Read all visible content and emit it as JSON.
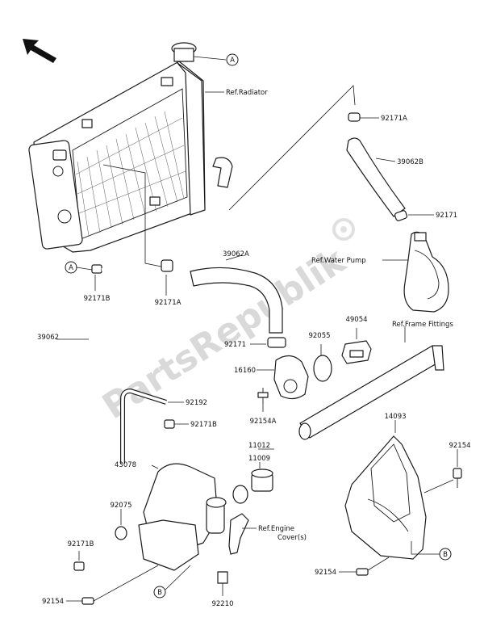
{
  "watermark": "PartsRepublik",
  "labels": {
    "ref_radiator": "Ref.Radiator",
    "ref_water_pump": "Ref.Water Pump",
    "ref_frame_fittings": "Ref.Frame Fittings",
    "ref_engine_cover_1": "Ref.Engine",
    "ref_engine_cover_2": "Cover(s)",
    "p92171A_top": "92171A",
    "p39062B": "39062B",
    "p92171": "92171",
    "p39062A": "39062A",
    "p92171B_a": "92171B",
    "p92171A_mid": "92171A",
    "p39062": "39062",
    "p92171_mid": "92171",
    "p92055": "92055",
    "p49054": "49054",
    "p16160": "16160",
    "p92154A": "92154A",
    "p92192": "92192",
    "p92171B_b": "92171B",
    "p11012": "11012",
    "p11009": "11009",
    "p43078": "43078",
    "p92075": "92075",
    "p92171B_c": "92171B",
    "p14093": "14093",
    "p92154_right": "92154",
    "p92154_bottom_right": "92154",
    "p92154_bottom_left": "92154",
    "p92210": "92210",
    "callout_a": "A",
    "callout_b": "B"
  }
}
